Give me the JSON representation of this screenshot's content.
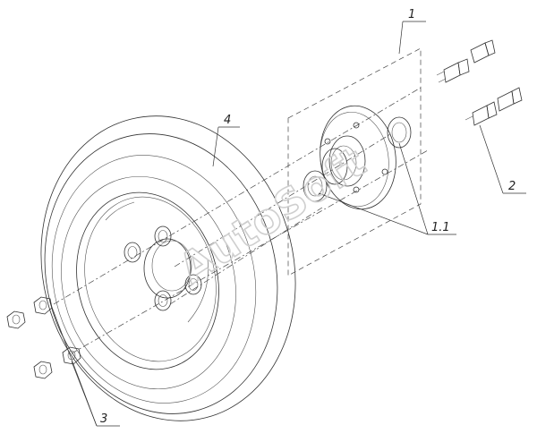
{
  "callouts": {
    "assembly": "1",
    "bolt": "2",
    "nut": "3",
    "tire": "4",
    "hub_subassembly": "1.1"
  },
  "watermark": "AutoSoft"
}
